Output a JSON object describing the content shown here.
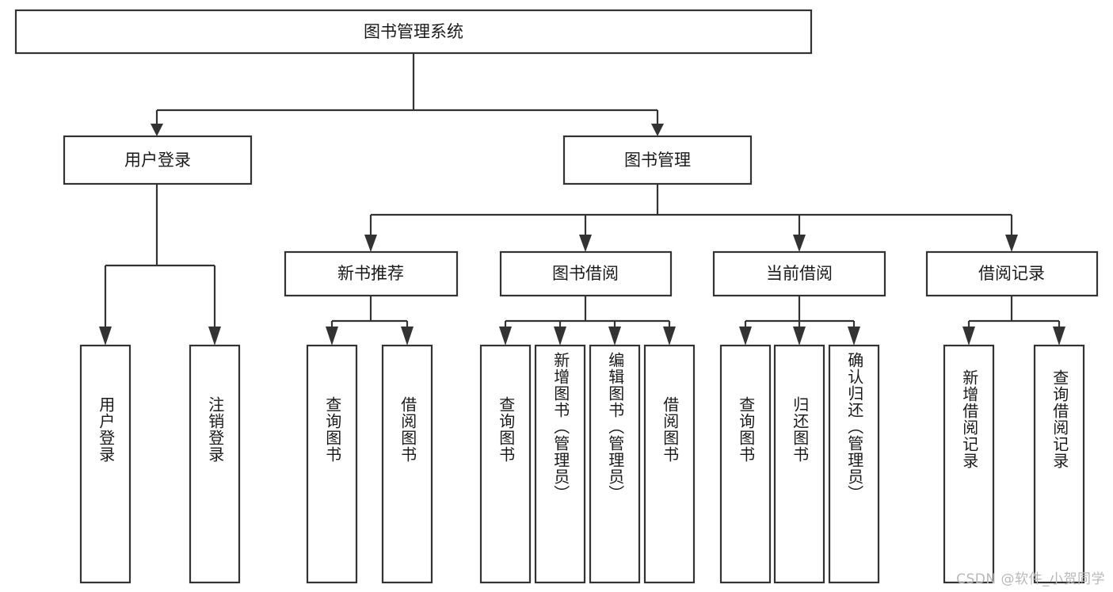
{
  "diagram": {
    "type": "tree-hierarchy",
    "title": "图书管理系统",
    "orientation": "top-down",
    "colors": {
      "box_stroke": "#333333",
      "box_fill": "#ffffff",
      "text": "#1a1a1a",
      "background": "#ffffff",
      "watermark": "#b8b8b8"
    },
    "root": {
      "label": "图书管理系统"
    },
    "level2": [
      {
        "label": "用户登录"
      },
      {
        "label": "图书管理"
      }
    ],
    "level3": [
      {
        "label": "新书推荐"
      },
      {
        "label": "图书借阅"
      },
      {
        "label": "当前借阅"
      },
      {
        "label": "借阅记录"
      }
    ],
    "leaves": {
      "user_login": [
        {
          "label": "用户登录"
        },
        {
          "label": "注销登录"
        }
      ],
      "new_book_recommend": [
        {
          "label": "查询图书"
        },
        {
          "label": "借阅图书"
        }
      ],
      "book_borrow": [
        {
          "label": "查询图书"
        },
        {
          "label": "新增图书（管理员）"
        },
        {
          "label": "编辑图书（管理员）"
        },
        {
          "label": "借阅图书"
        }
      ],
      "current_borrow": [
        {
          "label": "查询图书"
        },
        {
          "label": "归还图书"
        },
        {
          "label": "确认归还（管理员）"
        }
      ],
      "borrow_record": [
        {
          "label": "新增借阅记录"
        },
        {
          "label": "查询借阅记录"
        }
      ]
    },
    "watermark": "CSDN @软件_小贺同学"
  }
}
